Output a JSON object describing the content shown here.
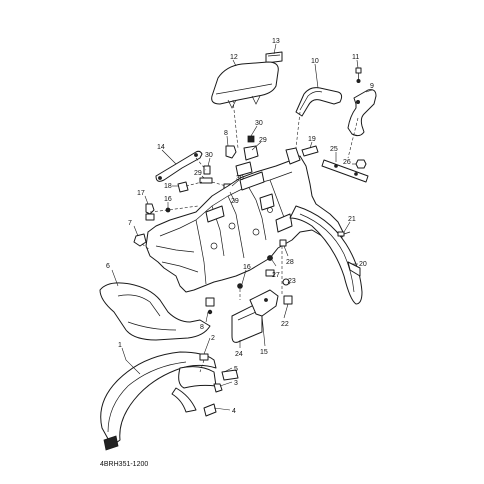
{
  "diagram_code": "4BRH351-1200",
  "callouts": [
    {
      "id": "c13",
      "label": "13"
    },
    {
      "id": "c12",
      "label": "12"
    },
    {
      "id": "c11",
      "label": "11"
    },
    {
      "id": "c10",
      "label": "10"
    },
    {
      "id": "c9",
      "label": "9"
    },
    {
      "id": "c8a",
      "label": "8"
    },
    {
      "id": "c30a",
      "label": "30"
    },
    {
      "id": "c29a",
      "label": "29"
    },
    {
      "id": "c19",
      "label": "19"
    },
    {
      "id": "c14",
      "label": "14"
    },
    {
      "id": "c30b",
      "label": "30"
    },
    {
      "id": "c25",
      "label": "25"
    },
    {
      "id": "c26",
      "label": "26"
    },
    {
      "id": "c29b",
      "label": "29"
    },
    {
      "id": "c18",
      "label": "18"
    },
    {
      "id": "c30c",
      "label": "30"
    },
    {
      "id": "c17",
      "label": "17"
    },
    {
      "id": "c16a",
      "label": "16"
    },
    {
      "id": "c29c",
      "label": "29"
    },
    {
      "id": "c7",
      "label": "7"
    },
    {
      "id": "c21",
      "label": "21"
    },
    {
      "id": "c28",
      "label": "28"
    },
    {
      "id": "c20",
      "label": "20"
    },
    {
      "id": "c6",
      "label": "6"
    },
    {
      "id": "c16b",
      "label": "16"
    },
    {
      "id": "c27",
      "label": "27"
    },
    {
      "id": "c23",
      "label": "23"
    },
    {
      "id": "c8b",
      "label": "8"
    },
    {
      "id": "c22",
      "label": "22"
    },
    {
      "id": "c24",
      "label": "24"
    },
    {
      "id": "c15",
      "label": "15"
    },
    {
      "id": "c1",
      "label": "1"
    },
    {
      "id": "c2",
      "label": "2"
    },
    {
      "id": "c5",
      "label": "5"
    },
    {
      "id": "c3",
      "label": "3"
    },
    {
      "id": "c4",
      "label": "4"
    }
  ]
}
